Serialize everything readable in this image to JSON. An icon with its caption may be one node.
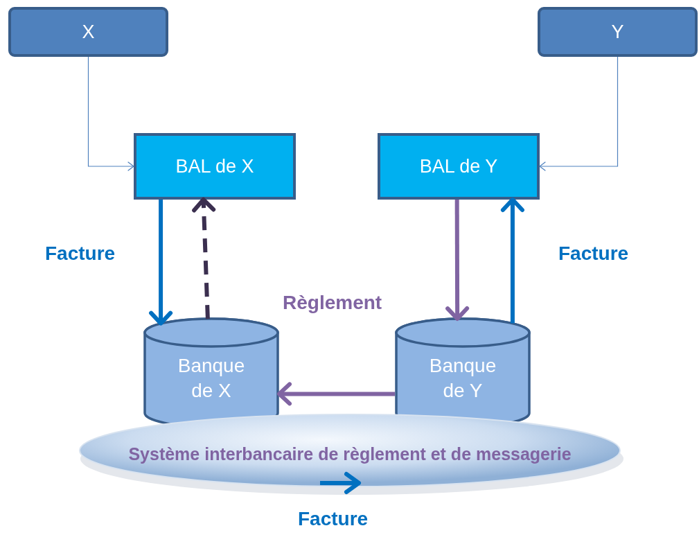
{
  "diagram": {
    "nodes": [
      {
        "text": [
          "X"
        ]
      },
      {
        "text": [
          "Y"
        ]
      },
      {
        "text": [
          "BAL de X"
        ]
      },
      {
        "text": [
          "BAL de Y"
        ]
      },
      {
        "text": [
          "Banque de X"
        ]
      },
      {
        "text": [
          "Banque de Y"
        ]
      },
      {
        "text": [
          "Système interbancaire de règlement et de messagerie"
        ]
      }
    ],
    "edges": [
      {
        "from": 0,
        "to": 2,
        "arrow": "to"
      },
      {
        "from": 1,
        "to": 3,
        "arrow": "to"
      },
      {
        "from": 2,
        "to": 4,
        "arrow": "to",
        "label": "Facture",
        "color": "#0070c0"
      },
      {
        "from": 4,
        "to": 2,
        "arrow": "to",
        "style": "dashed",
        "color": "#3b2f4f"
      },
      {
        "from": 3,
        "to": 5,
        "arrow": "to",
        "label": "Règlement",
        "color": "#8064a2"
      },
      {
        "from": 5,
        "to": 3,
        "arrow": "to",
        "label": "Facture",
        "color": "#0070c0"
      },
      {
        "from": 5,
        "to": 4,
        "arrow": "to",
        "color": "#8064a2"
      }
    ],
    "labels": [
      "Facture"
    ]
  }
}
